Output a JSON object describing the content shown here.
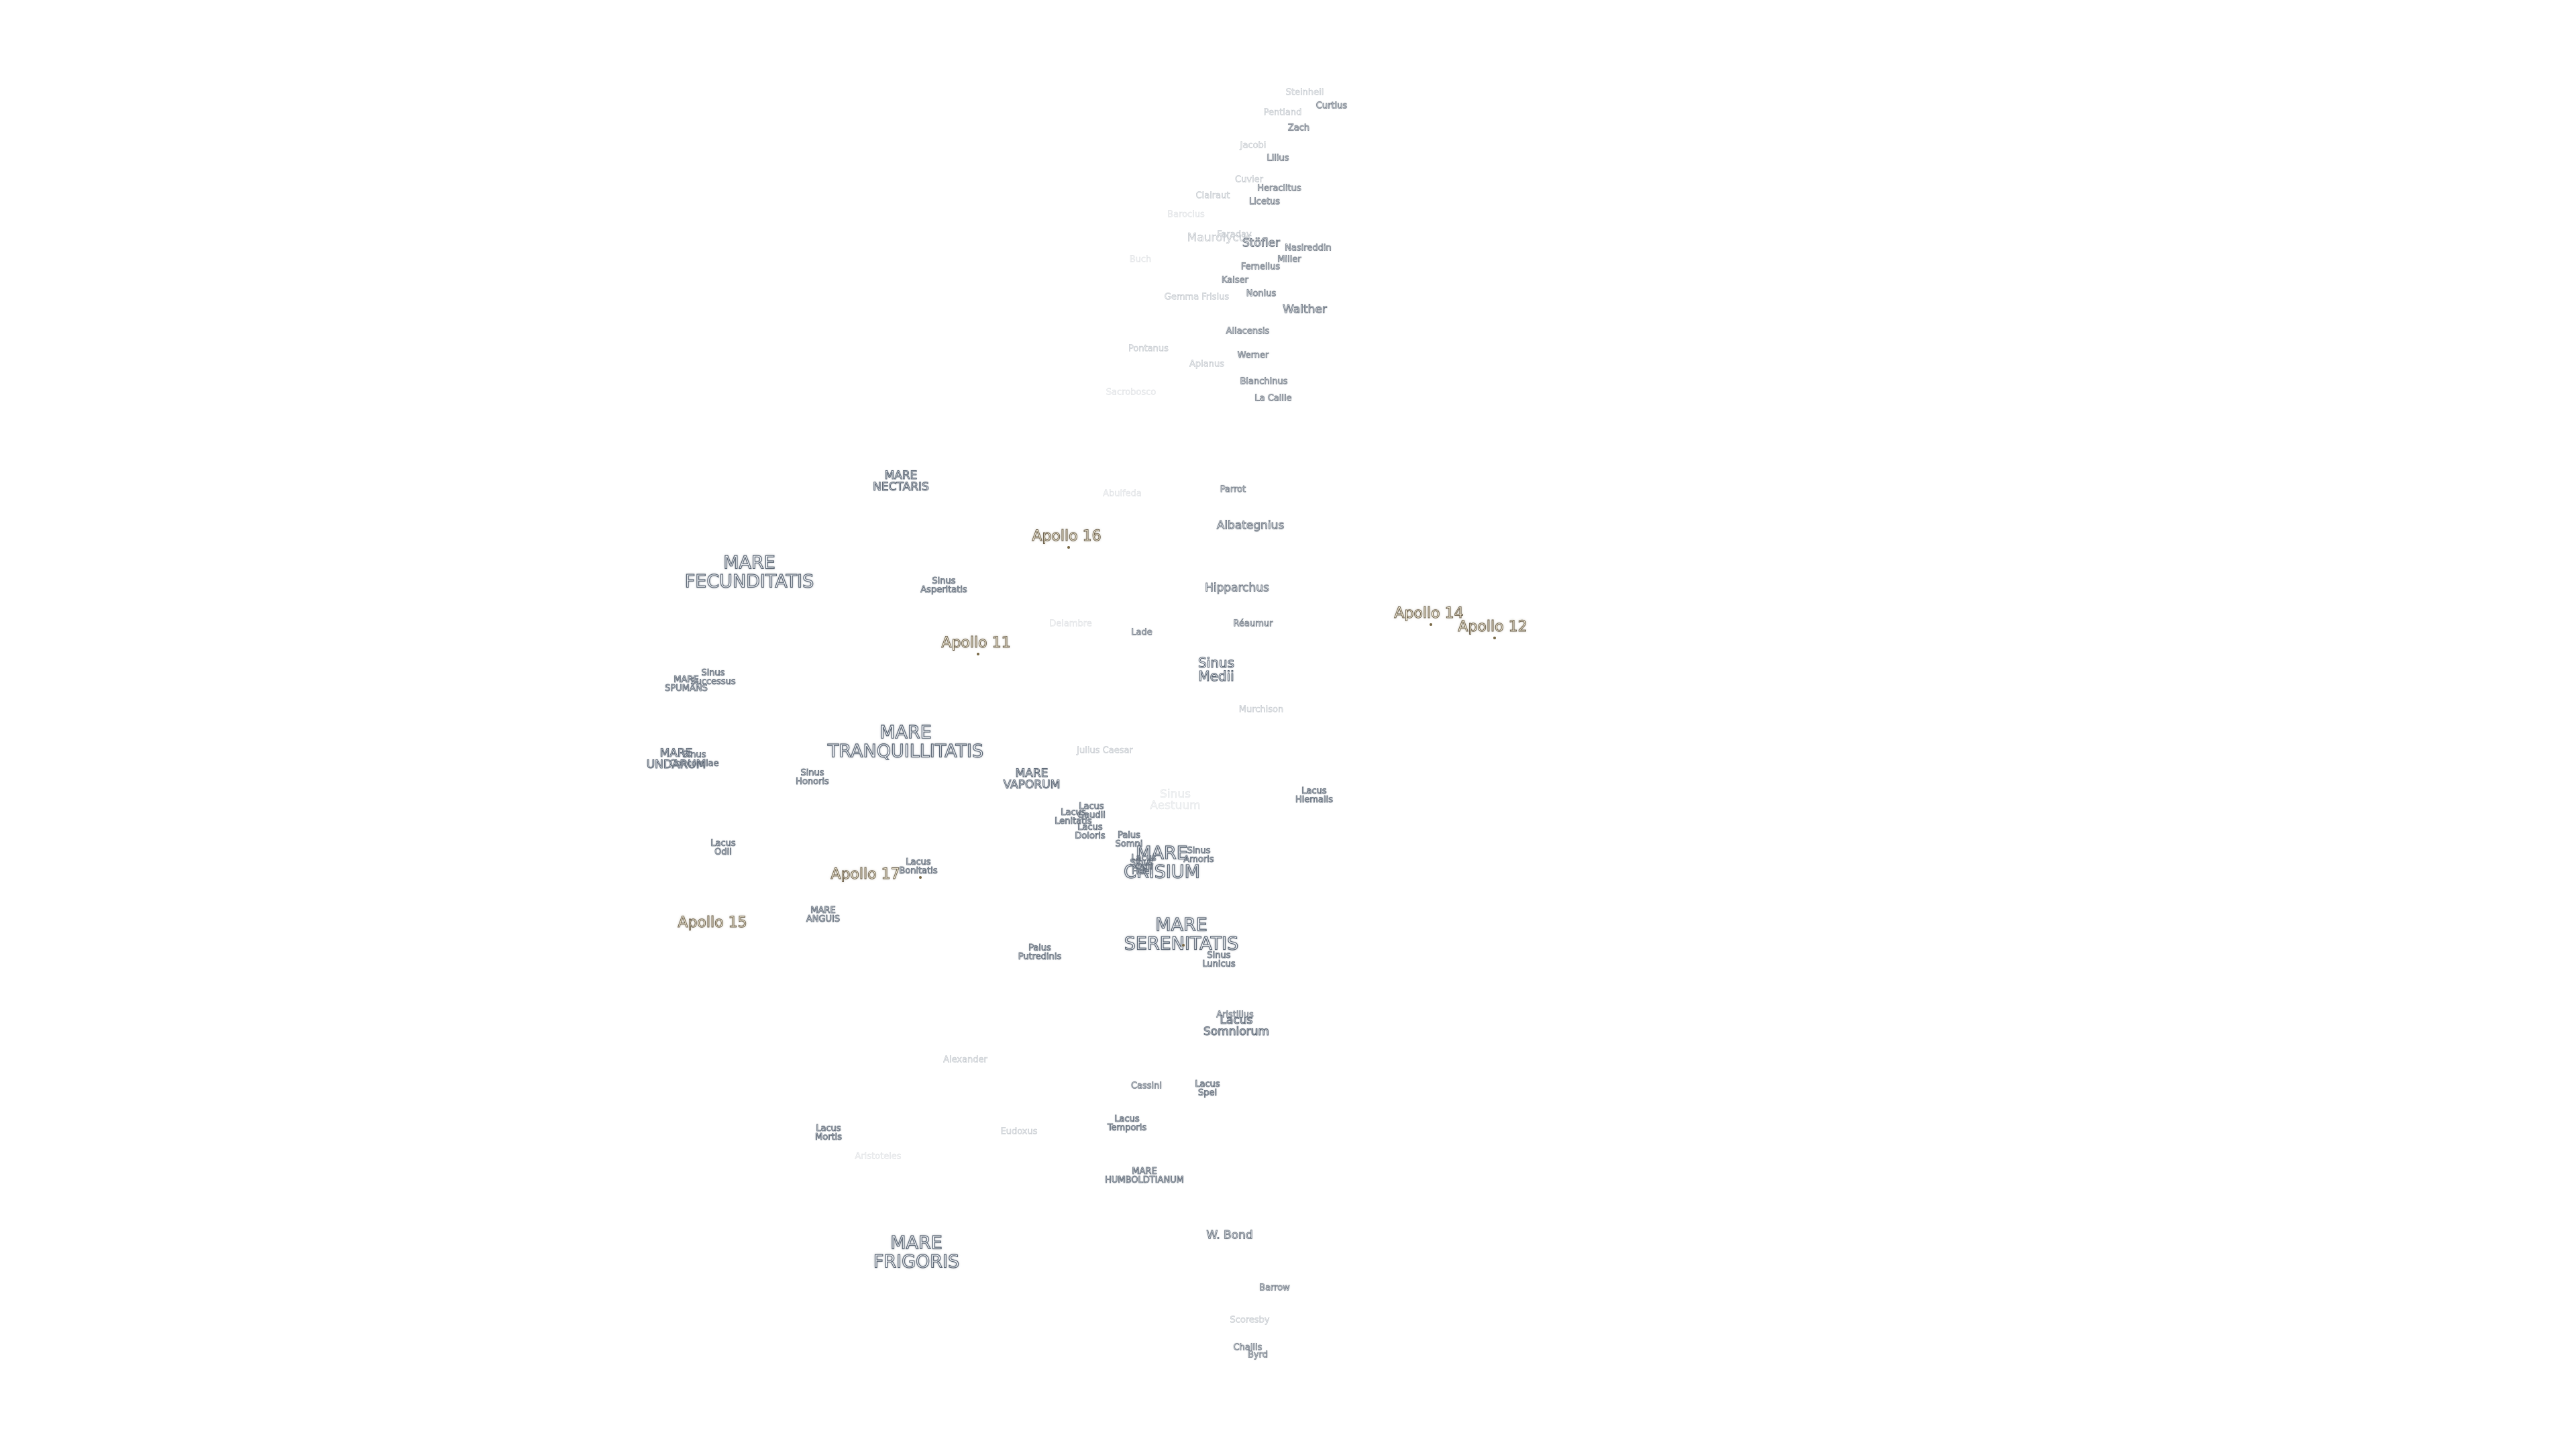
{
  "map": {
    "labels": [
      {
        "text": "Steinheil",
        "kind": "faint"
      },
      {
        "text": "Curtius",
        "kind": "crater"
      },
      {
        "text": "Pentland",
        "kind": "faint"
      },
      {
        "text": "Zach",
        "kind": "crater"
      },
      {
        "text": "Jacobi",
        "kind": "faint"
      },
      {
        "text": "Lilius",
        "kind": "crater"
      },
      {
        "text": "Cuvier",
        "kind": "faint"
      },
      {
        "text": "Heraclitus",
        "kind": "crater"
      },
      {
        "text": "Clairaut",
        "kind": "faint"
      },
      {
        "text": "Licetus",
        "kind": "crater"
      },
      {
        "text": "Barocius",
        "kind": "ghost"
      },
      {
        "text": "Maurolycus",
        "kind": "faint-l"
      },
      {
        "text": "Faraday",
        "kind": "faint"
      },
      {
        "text": "Stöfler",
        "kind": "crater-l"
      },
      {
        "text": "Nasireddin",
        "kind": "crater"
      },
      {
        "text": "Buch",
        "kind": "ghost"
      },
      {
        "text": "Miller",
        "kind": "crater"
      },
      {
        "text": "Fernelius",
        "kind": "crater"
      },
      {
        "text": "Kaiser",
        "kind": "crater"
      },
      {
        "text": "Gemma Frisius",
        "kind": "faint"
      },
      {
        "text": "Nonius",
        "kind": "crater"
      },
      {
        "text": "Walther",
        "kind": "crater-l"
      },
      {
        "text": "Aliacensis",
        "kind": "crater"
      },
      {
        "text": "Pontanus",
        "kind": "faint"
      },
      {
        "text": "Werner",
        "kind": "crater"
      },
      {
        "text": "Apianus",
        "kind": "faint"
      },
      {
        "text": "Blanchinus",
        "kind": "crater"
      },
      {
        "text": "Sacrobosco",
        "kind": "ghost"
      },
      {
        "text": "La Caille",
        "kind": "crater"
      },
      {
        "text": "MARE\nNECTARIS",
        "kind": "mare-s"
      },
      {
        "text": "Abulfeda",
        "kind": "ghost"
      },
      {
        "text": "Parrot",
        "kind": "crater"
      },
      {
        "text": "Albategnius",
        "kind": "crater-l"
      },
      {
        "text": "Apollo 16",
        "kind": "apollo"
      },
      {
        "text": "MARE\nFECUNDITATIS",
        "kind": "mare"
      },
      {
        "text": "Sinus\nAsperitatis",
        "kind": "feat"
      },
      {
        "text": "Hipparchus",
        "kind": "crater-l"
      },
      {
        "text": "Apollo 14",
        "kind": "apollo"
      },
      {
        "text": "Apollo 12",
        "kind": "apollo"
      },
      {
        "text": "Apollo 11",
        "kind": "apollo"
      },
      {
        "text": "Delambre",
        "kind": "ghost"
      },
      {
        "text": "Lade",
        "kind": "crater"
      },
      {
        "text": "Réaumur",
        "kind": "crater"
      },
      {
        "text": "Sinus\nMedii",
        "kind": "feat-l"
      },
      {
        "text": "Sinus\nSuccessus",
        "kind": "feat"
      },
      {
        "text": "MARE\nSPUMANS",
        "kind": "feat"
      },
      {
        "text": "Murchison",
        "kind": "faint"
      },
      {
        "text": "MARE\nTRANQUILLITATIS",
        "kind": "mare"
      },
      {
        "text": "Julius Caesar",
        "kind": "faint"
      },
      {
        "text": "MARE\nUNDARUM",
        "kind": "mare-s"
      },
      {
        "text": "Sinus\nConcordiae",
        "kind": "feat"
      },
      {
        "text": "Sinus\nHonoris",
        "kind": "feat"
      },
      {
        "text": "MARE\nVAPORUM",
        "kind": "mare-s"
      },
      {
        "text": "Sinus\nAestuum",
        "kind": "ghost-l"
      },
      {
        "text": "Lacus\nHiemalis",
        "kind": "feat"
      },
      {
        "text": "Lacus\nLenitatis",
        "kind": "feat"
      },
      {
        "text": "Lacus\nGaudii",
        "kind": "feat"
      },
      {
        "text": "Lacus\nDoloris",
        "kind": "feat"
      },
      {
        "text": "Palus\nSomni",
        "kind": "feat"
      },
      {
        "text": "MARE\nCRISIUM",
        "kind": "mare"
      },
      {
        "text": "Lacus\nOdii",
        "kind": "feat"
      },
      {
        "text": "Lacus\nOdii",
        "kind": "feat"
      },
      {
        "text": "Sinus\nFidei",
        "kind": "feat"
      },
      {
        "text": "Sinus\nAmoris",
        "kind": "feat"
      },
      {
        "text": "Apollo 17",
        "kind": "apollo"
      },
      {
        "text": "Lacus\nBonitatis",
        "kind": "feat"
      },
      {
        "text": "MARE\nANGUIS",
        "kind": "feat"
      },
      {
        "text": "Apollo 15",
        "kind": "apollo"
      },
      {
        "text": "MARE\nSERENITATIS",
        "kind": "mare"
      },
      {
        "text": "Palus\nPutredinis",
        "kind": "feat"
      },
      {
        "text": "Sinus\nLunicus",
        "kind": "feat"
      },
      {
        "text": "Aristillus",
        "kind": "crater"
      },
      {
        "text": "Lacus\nSomniorum",
        "kind": "mare-s"
      },
      {
        "text": "Alexander",
        "kind": "faint"
      },
      {
        "text": "Cassini",
        "kind": "crater"
      },
      {
        "text": "Lacus\nSpei",
        "kind": "feat"
      },
      {
        "text": "Lacus\nMortis",
        "kind": "feat"
      },
      {
        "text": "Eudoxus",
        "kind": "faint"
      },
      {
        "text": "Lacus\nTemporis",
        "kind": "feat"
      },
      {
        "text": "Aristoteles",
        "kind": "ghost"
      },
      {
        "text": "MARE\nHUMBOLDTIANUM",
        "kind": "feat"
      },
      {
        "text": "MARE\nFRIGORIS",
        "kind": "mare"
      },
      {
        "text": "W. Bond",
        "kind": "crater-l"
      },
      {
        "text": "Barrow",
        "kind": "crater"
      },
      {
        "text": "Scoresby",
        "kind": "faint"
      },
      {
        "text": "Challis",
        "kind": "crater"
      },
      {
        "text": "Byrd",
        "kind": "crater"
      }
    ]
  }
}
